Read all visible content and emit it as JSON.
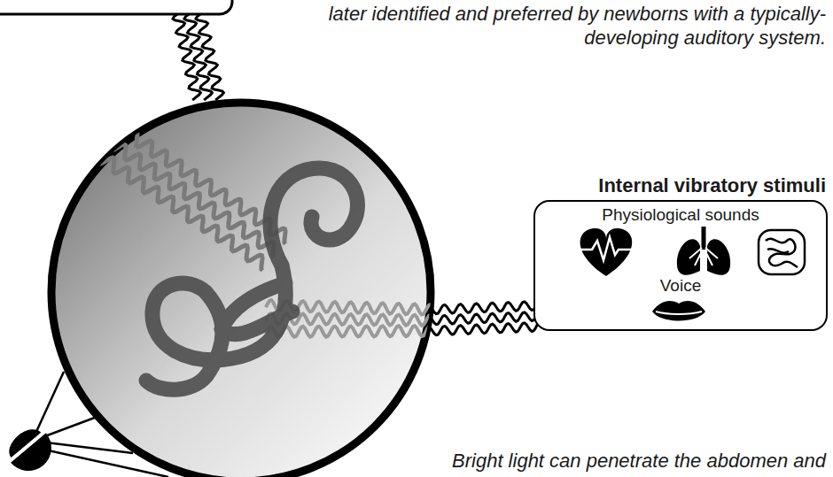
{
  "diagram": {
    "nodes": [
      {
        "text": [
          "Internal vibratory stimuli",
          "Physiological sounds",
          "Voice"
        ]
      }
    ],
    "labels": [
      "later identified and preferred by newborns with a typically-developing auditory system.",
      "Bright light can penetrate the abdomen and"
    ]
  }
}
